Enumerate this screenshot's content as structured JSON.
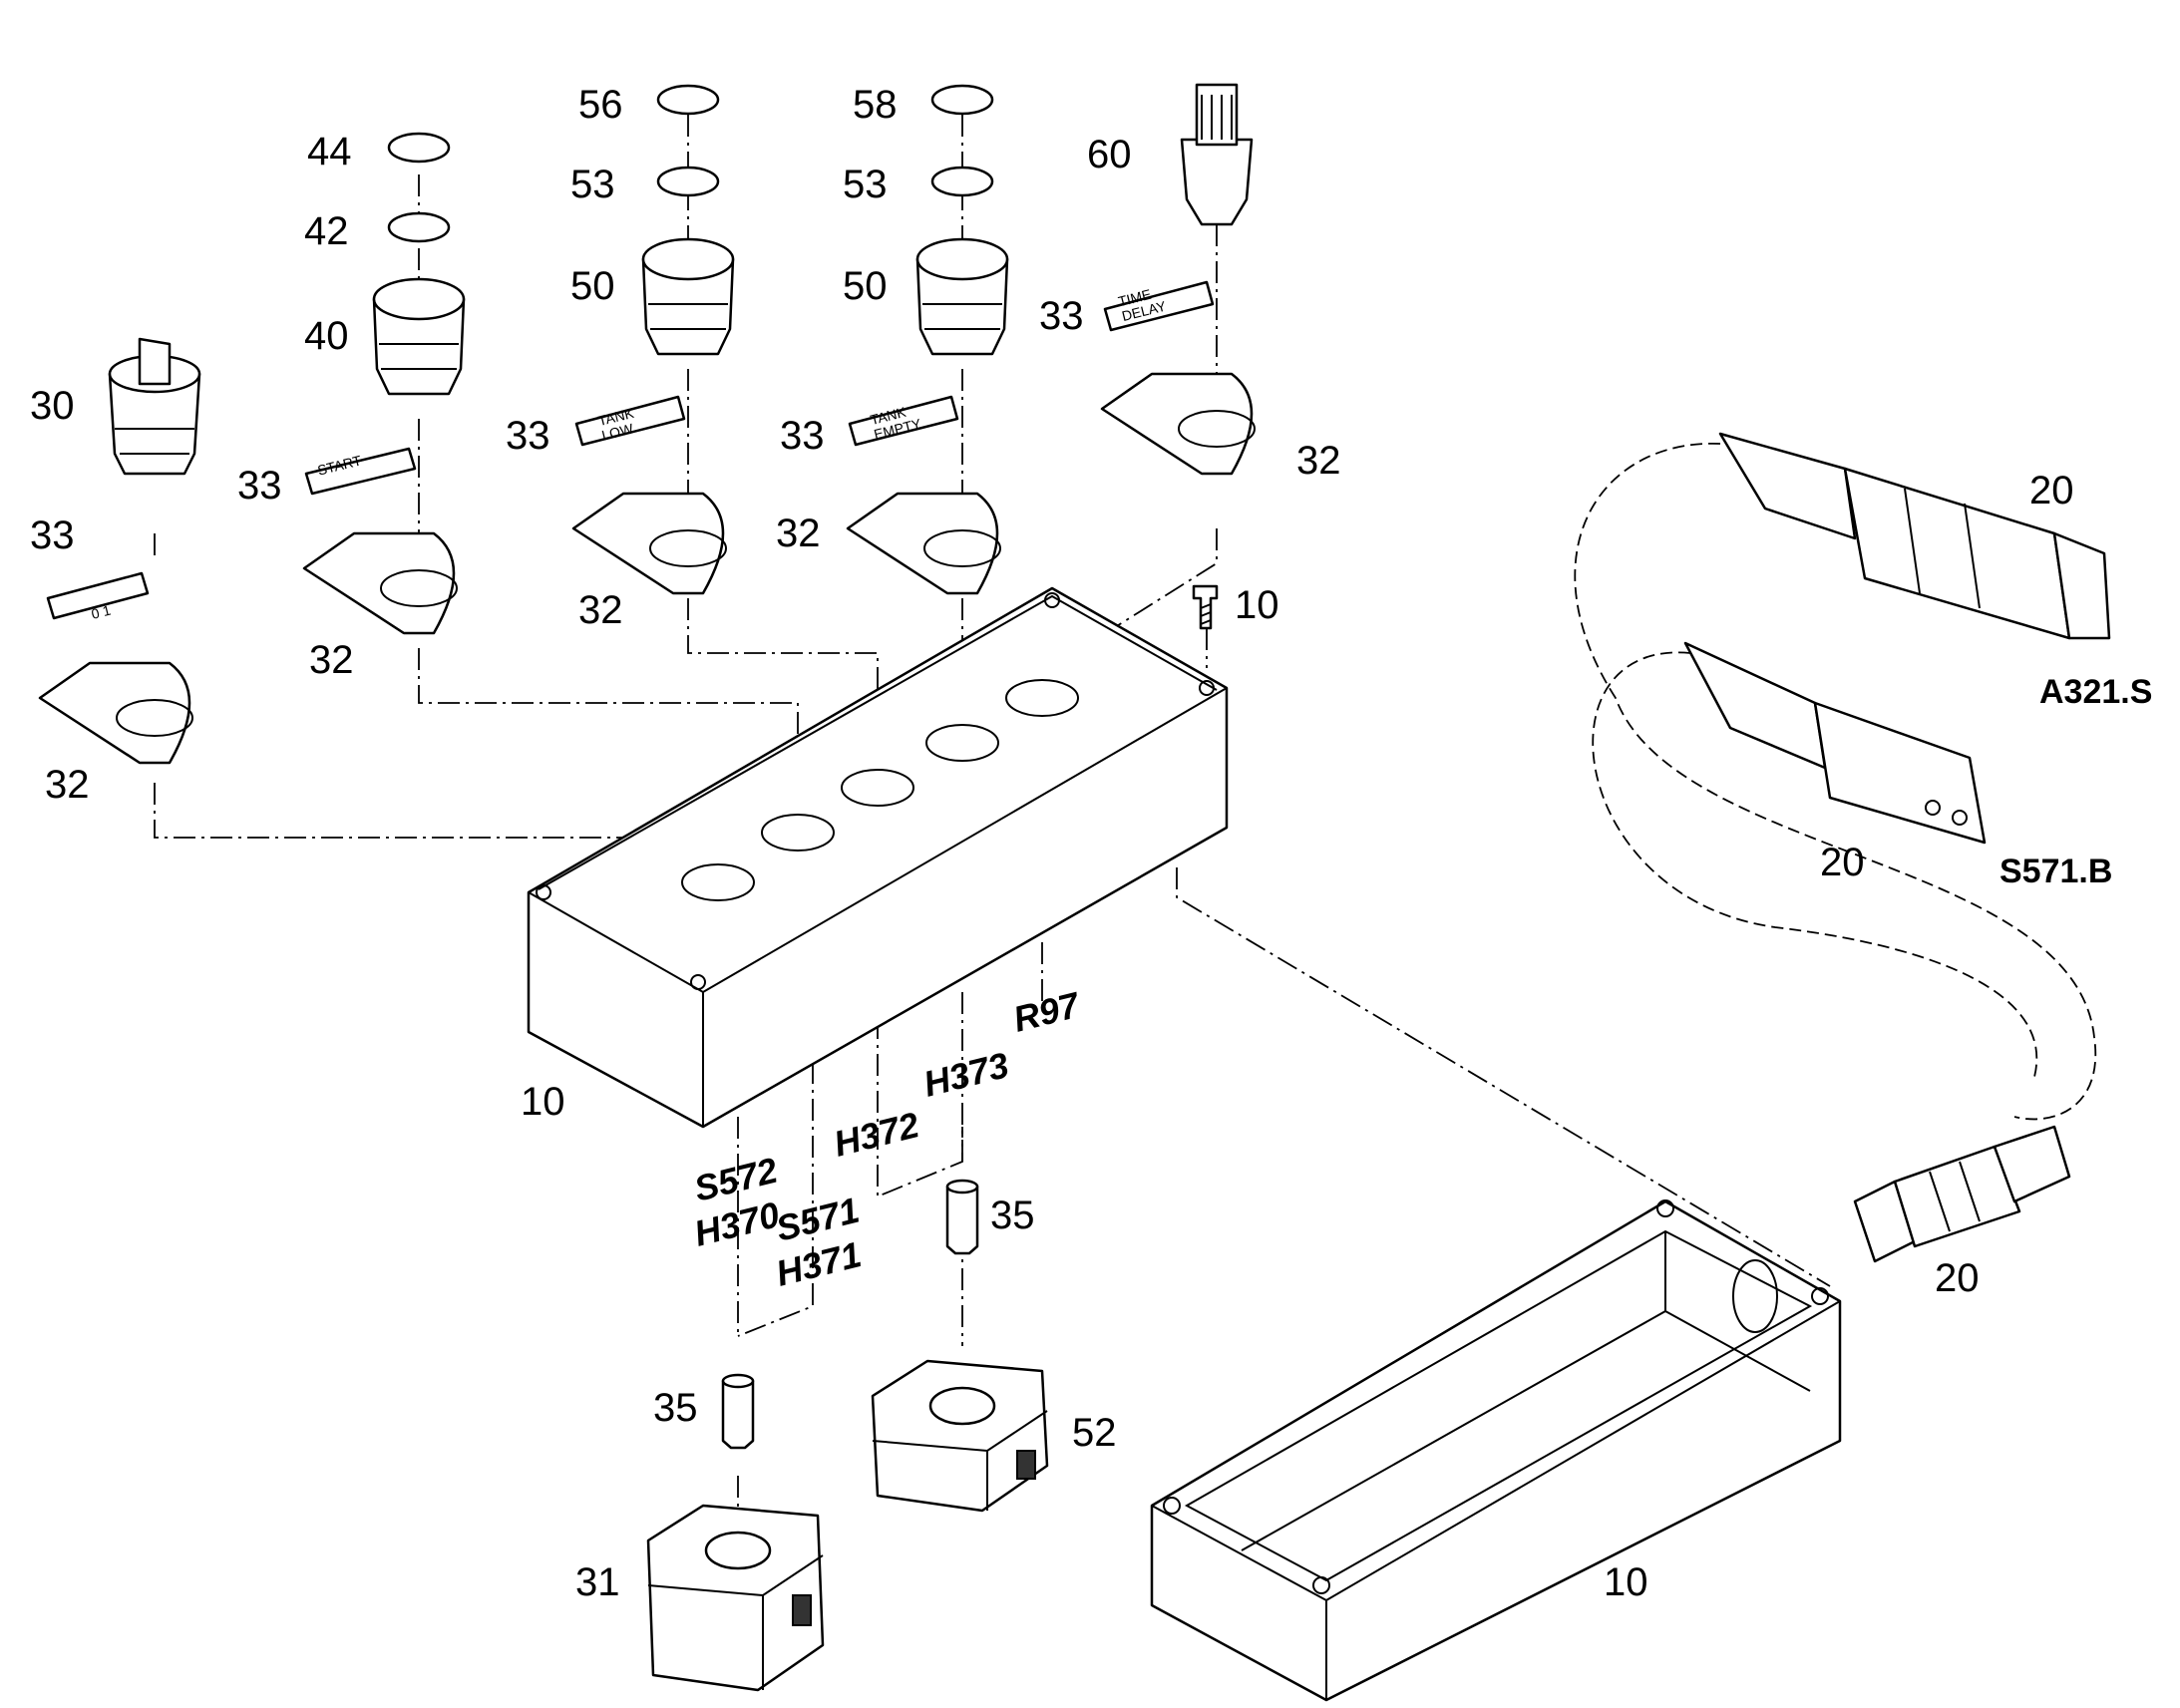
{
  "callouts": {
    "c44": "44",
    "c42": "42",
    "c40": "40",
    "c30": "30",
    "c56": "56",
    "c53a": "53",
    "c50a": "50",
    "c58": "58",
    "c53b": "53",
    "c50b": "50",
    "c60": "60",
    "c33_1": "33",
    "c33_2": "33",
    "c33_3": "33",
    "c33_4": "33",
    "c33_5": "33",
    "c32_1": "32",
    "c32_2": "32",
    "c32_3": "32",
    "c32_4": "32",
    "c32_5": "32",
    "c10_screw": "10",
    "c10_box": "10",
    "c10_base": "10",
    "c20_a": "20",
    "c20_b": "20",
    "c20_c": "20",
    "c35_a": "35",
    "c35_b": "35",
    "c31": "31",
    "c52": "52"
  },
  "legend_labels": {
    "selector": "0  1",
    "start": "START",
    "tank_low_1": "TANK",
    "tank_low_2": "LOW",
    "tank_empty_1": "TANK",
    "tank_empty_2": "EMPTY",
    "time_delay_1": "TIME",
    "time_delay_2": "DELAY"
  },
  "references": {
    "s572": "S572",
    "h370": "H370",
    "s571": "S571",
    "h371": "H371",
    "h372": "H372",
    "h373": "H373",
    "r97": "R97",
    "a321": "A321.S",
    "s571b": "S571.B"
  }
}
